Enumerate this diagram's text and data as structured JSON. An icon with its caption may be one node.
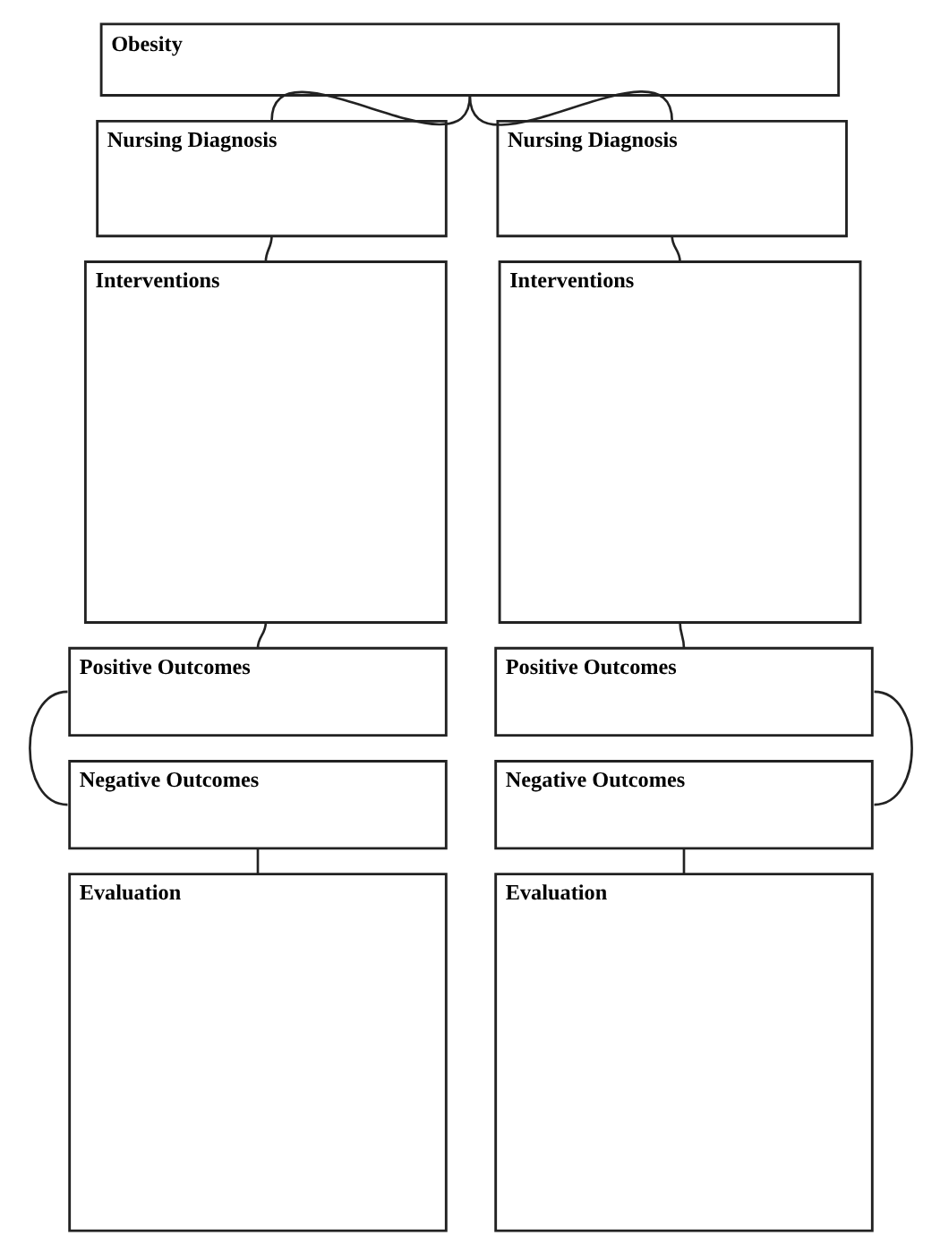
{
  "diagram": {
    "nodes": [
      {
        "text": [
          "Obesity"
        ]
      },
      {
        "text": [
          "Nursing Diagnosis"
        ]
      },
      {
        "text": [
          "Nursing Diagnosis"
        ]
      },
      {
        "text": [
          "Interventions"
        ]
      },
      {
        "text": [
          "Interventions"
        ]
      },
      {
        "text": [
          "Positive Outcomes"
        ]
      },
      {
        "text": [
          "Positive Outcomes"
        ]
      },
      {
        "text": [
          "Negative Outcomes"
        ]
      },
      {
        "text": [
          "Negative Outcomes"
        ]
      },
      {
        "text": [
          "Evaluation"
        ]
      },
      {
        "text": [
          "Evaluation"
        ]
      }
    ],
    "edges": [
      {
        "from": 0,
        "to": 1,
        "arrow": "none"
      },
      {
        "from": 0,
        "to": 2,
        "arrow": "none"
      },
      {
        "from": 1,
        "to": 3,
        "arrow": "none"
      },
      {
        "from": 2,
        "to": 4,
        "arrow": "none"
      },
      {
        "from": 3,
        "to": 5,
        "arrow": "none"
      },
      {
        "from": 4,
        "to": 6,
        "arrow": "none"
      },
      {
        "from": 5,
        "to": 7,
        "arrow": "none"
      },
      {
        "from": 6,
        "to": 8,
        "arrow": "none"
      },
      {
        "from": 7,
        "to": 9,
        "arrow": "none"
      },
      {
        "from": 8,
        "to": 10,
        "arrow": "none"
      }
    ]
  }
}
